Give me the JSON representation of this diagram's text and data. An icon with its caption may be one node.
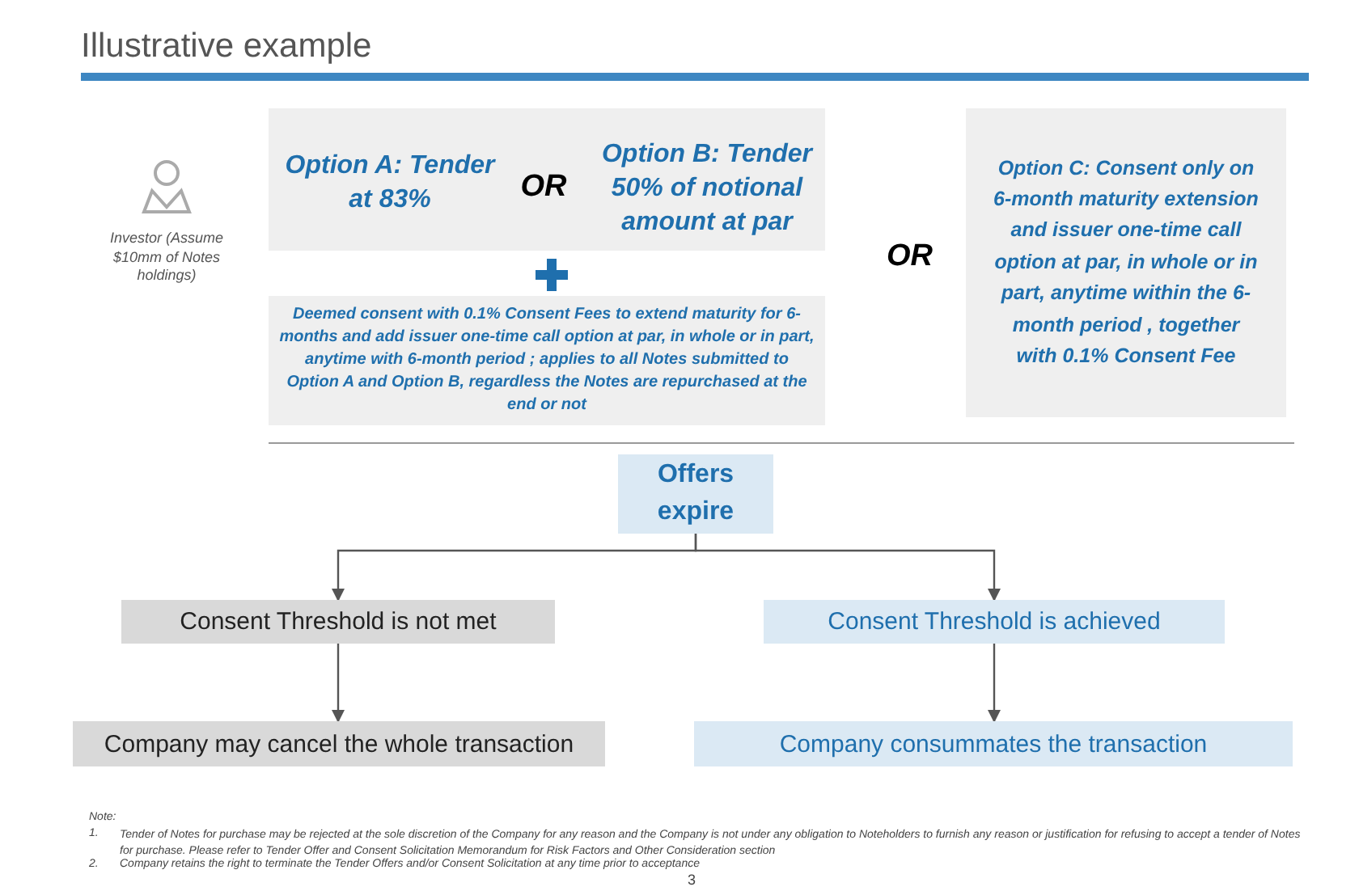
{
  "diagram": {
    "title": "Illustrative example",
    "nodes": [
      {
        "text": [
          "Option A: Tender at 83%",
          "OR",
          "Option B: Tender 50% of notional amount at par"
        ]
      },
      {
        "text": [
          "Deemed consent with 0.1% Consent Fees to extend maturity for 6-months and add issuer one-time call option at par, in whole or in part, anytime with 6-month period ; applies to all Notes submitted to Option A and Option B, regardless the Notes are repurchased at the end or not"
        ]
      },
      {
        "text": [
          "Option C: Consent only on 6-month maturity extension and issuer one-time call option at par, in whole or in part, anytime within the 6-month period , together with 0.1% Consent Fee"
        ]
      },
      {
        "text": [
          "Offers expire"
        ]
      },
      {
        "text": [
          "Consent Threshold is not met"
        ]
      },
      {
        "text": [
          "Consent Threshold is achieved"
        ]
      },
      {
        "text": [
          "Company may cancel the whole transaction"
        ]
      },
      {
        "text": [
          "Company consummates the transaction"
        ]
      }
    ],
    "edges": [
      {
        "from": 3,
        "to": 4,
        "arrow": "to"
      },
      {
        "from": 3,
        "to": 5,
        "arrow": "to"
      },
      {
        "from": 4,
        "to": 6,
        "arrow": "to"
      },
      {
        "from": 5,
        "to": 7,
        "arrow": "to"
      }
    ],
    "labels": [
      "Investor (Assume $10mm of Notes holdings)",
      "OR",
      "Note:",
      "1.",
      "Tender of Notes for purchase may be rejected at the sole discretion of the Company for any reason and the Company is not under any obligation to Noteholders to furnish any reason or justification for refusing to accept a tender of Notes for purchase. Please refer to Tender Offer and Consent Solicitation Memorandum for Risk Factors and Other Consideration section",
      "2.",
      "Company retains the right to terminate the Tender Offers and/or Consent Solicitation  at any time prior to acceptance",
      "3"
    ]
  }
}
